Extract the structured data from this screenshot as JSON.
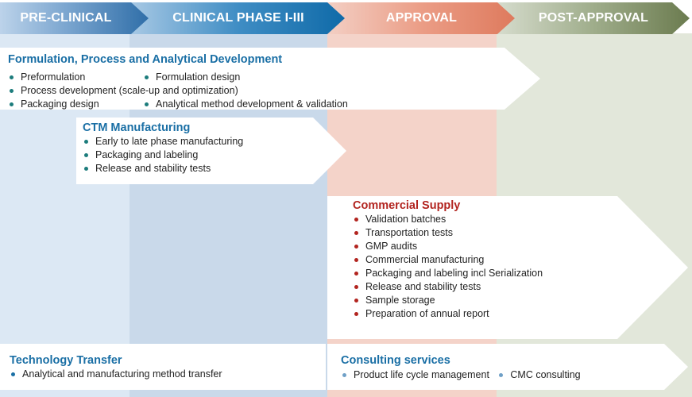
{
  "phases": [
    "PRE-CLINICAL",
    "CLINICAL PHASE I-III",
    "APPROVAL",
    "POST-APPROVAL"
  ],
  "formulation": {
    "title": "Formulation, Process and Analytical Development",
    "items": [
      "Preformulation",
      "Formulation design",
      "Process development (scale-up and optimization)",
      "Packaging design",
      "Analytical method development & validation"
    ]
  },
  "ctm": {
    "title": "CTM Manufacturing",
    "items": [
      "Early to late phase manufacturing",
      "Packaging and labeling",
      "Release and stability tests"
    ]
  },
  "commercial": {
    "title": "Commercial Supply",
    "items": [
      "Validation batches",
      "Transportation tests",
      "GMP audits",
      "Commercial manufacturing",
      "Packaging and labeling incl Serialization",
      "Release and stability tests",
      "Sample storage",
      "Preparation of annual report"
    ]
  },
  "tech_transfer": {
    "title": "Technology Transfer",
    "items": [
      "Analytical and manufacturing method transfer"
    ]
  },
  "consulting": {
    "title": "Consulting services",
    "items": [
      "Product life cycle management",
      "CMC consulting"
    ]
  }
}
